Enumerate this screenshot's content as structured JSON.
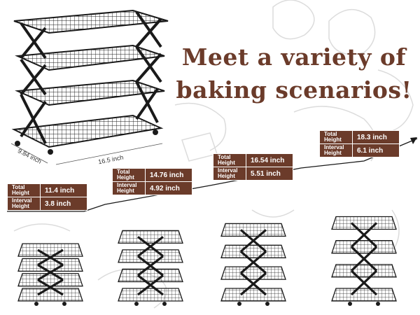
{
  "headline": {
    "line1": "Meet a variety of",
    "line2": "baking scenarios!"
  },
  "dimensions": {
    "depth": "9.84 inch",
    "width": "16.5 inch"
  },
  "row_labels": {
    "total": "Total Height",
    "interval": "Interval Height"
  },
  "configs": [
    {
      "total_height": "11.4 inch",
      "interval_height": "3.8 inch"
    },
    {
      "total_height": "14.76 inch",
      "interval_height": "4.92 inch"
    },
    {
      "total_height": "16.54 inch",
      "interval_height": "5.51 inch"
    },
    {
      "total_height": "18.3 inch",
      "interval_height": "6.1 inch"
    }
  ],
  "colors": {
    "brand_brown": "#6b3b2a",
    "rack_black": "#1a1a1a",
    "doodle_gray": "#d9d9d9"
  }
}
